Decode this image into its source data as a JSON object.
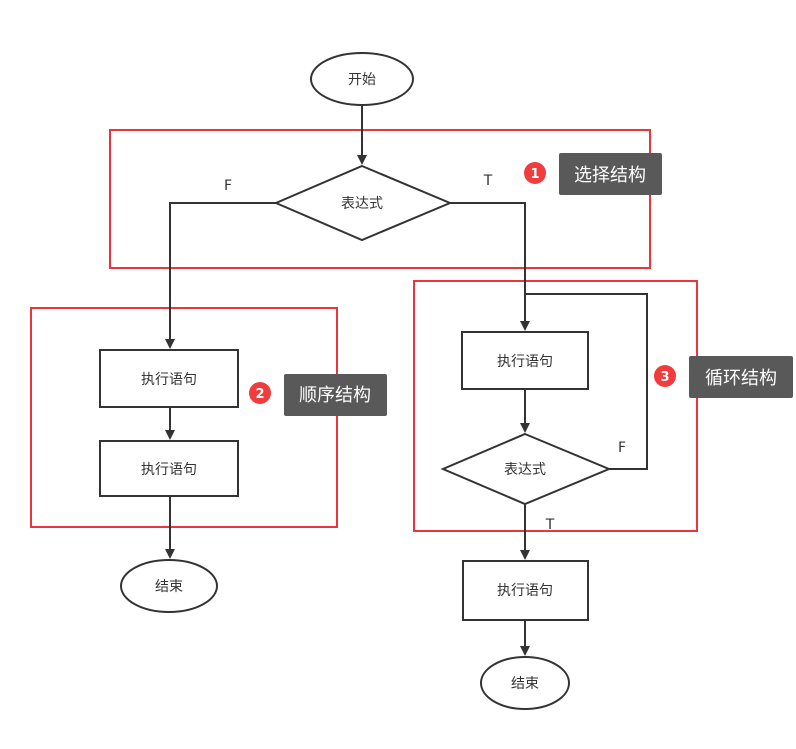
{
  "nodes": {
    "start": "开始",
    "decision_top": "表达式",
    "seq_stmt_1": "执行语句",
    "seq_stmt_2": "执行语句",
    "seq_end": "结束",
    "loop_stmt": "执行语句",
    "loop_decision": "表达式",
    "after_loop_stmt": "执行语句",
    "loop_end": "结束"
  },
  "edge_labels": {
    "top_false": "F",
    "top_true": "T",
    "loop_false": "F",
    "loop_true": "T"
  },
  "annotations": [
    {
      "number": "1",
      "label": "选择结构"
    },
    {
      "number": "2",
      "label": "顺序结构"
    },
    {
      "number": "3",
      "label": "循环结构"
    }
  ],
  "colors": {
    "highlight_box": "#e8363c",
    "badge": "#f03c3c",
    "tag_background": "#595959",
    "stroke": "#333333"
  }
}
